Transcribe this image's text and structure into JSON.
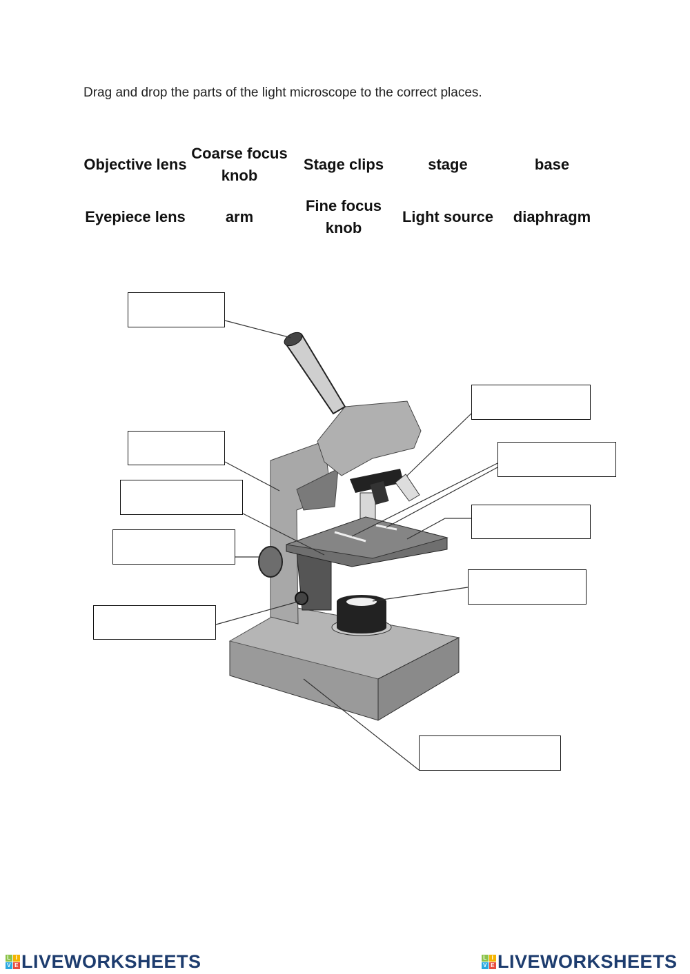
{
  "instruction": "Drag and drop the parts of the light microscope to the correct places.",
  "word_bank": [
    [
      "Objective lens",
      "Coarse focus knob",
      "Stage clips",
      "stage",
      "base"
    ],
    [
      "Eyepiece lens",
      "arm",
      "Fine focus knob",
      "Light source",
      "diaphragm"
    ]
  ],
  "drop_box_count": 10,
  "logo": {
    "text": "LIVEWORKSHEETS",
    "tiles": [
      "L",
      "I",
      "V",
      "E"
    ],
    "color": "#1d3c6e"
  }
}
